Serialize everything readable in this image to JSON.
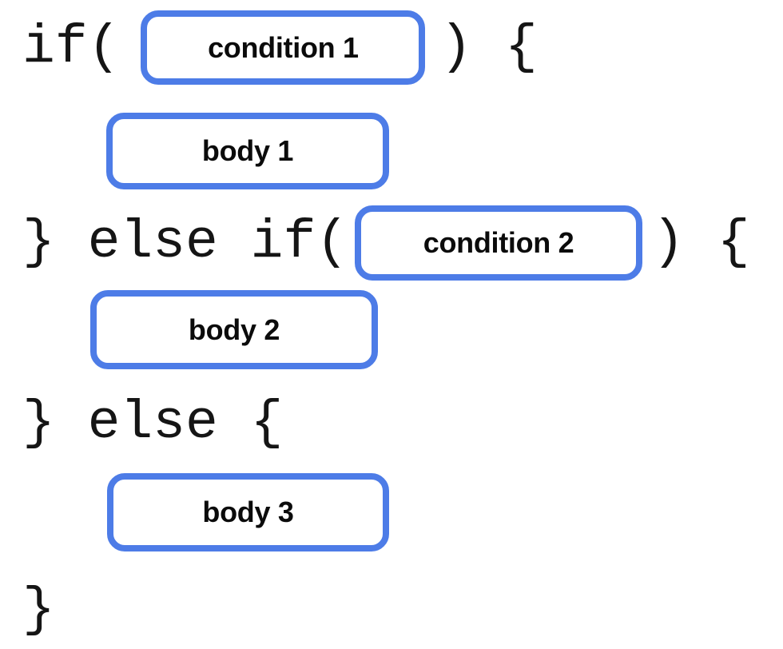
{
  "colors": {
    "background": "#ffffff",
    "box_border": "#4d7ce7",
    "box_fill": "#ffffff",
    "box_text": "#0b0b0b",
    "code_text": "#151515"
  },
  "rows": [
    {
      "pre": "if(",
      "box": "condition 1",
      "post": ") {"
    },
    {
      "box": "body 1"
    },
    {
      "pre": "} else if(",
      "box": "condition 2",
      "post": ") {"
    },
    {
      "box": "body 2"
    },
    {
      "pre": "} else {"
    },
    {
      "box": "body 3"
    },
    {
      "pre": "}"
    }
  ]
}
